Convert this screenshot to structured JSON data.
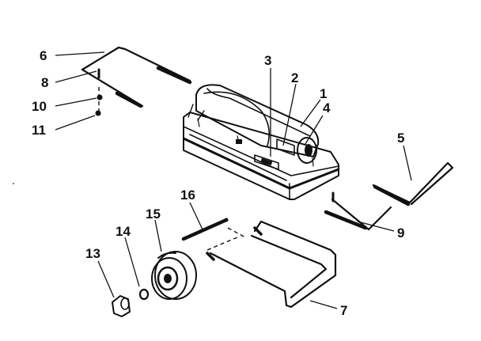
{
  "callouts": [
    "1",
    "2",
    "3",
    "4",
    "5",
    "6",
    "7",
    "8",
    "9",
    "10",
    "11",
    "13",
    "14",
    "15",
    "16"
  ]
}
